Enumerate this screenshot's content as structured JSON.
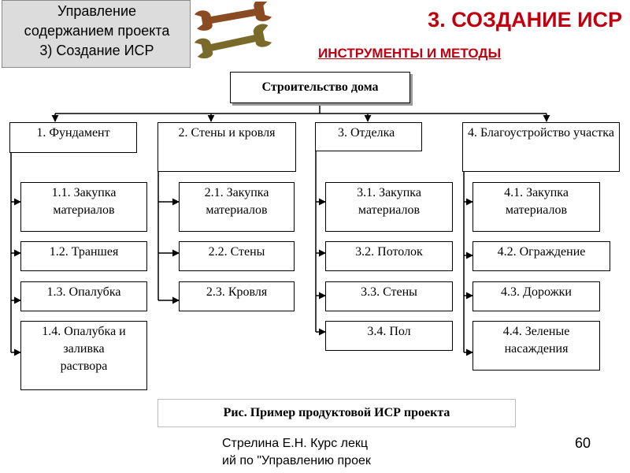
{
  "header": {
    "note_lines": [
      "Управление",
      "содержанием проекта",
      "3) Создание ИСР"
    ],
    "title": "3. СОЗДАНИЕ ИСР",
    "subtitle": "ИНСТРУМЕНТЫ И МЕТОДЫ",
    "title_color": "#c0000f",
    "illustration_icon": "wrenches-icon"
  },
  "wbs": {
    "root": "Строительство дома",
    "branches": [
      {
        "label": "1. Фундамент",
        "children": [
          "1.1. Закупка материалов",
          "1.2. Траншея",
          "1.3. Опалубка",
          "1.4. Опалубка и заливка раствора"
        ]
      },
      {
        "label": "2. Стены и кровля",
        "children": [
          "2.1. Закупка материалов",
          "2.2. Стены",
          "2.3. Кровля"
        ]
      },
      {
        "label": "3. Отделка",
        "children": [
          "3.1. Закупка материалов",
          "3.2. Потолок",
          "3.3. Стены",
          "3.4. Пол"
        ]
      },
      {
        "label": "4. Благоустройство участка",
        "children": [
          "4.1. Закупка материалов",
          "4.2. Ограждение",
          "4.3. Дорожки",
          "4.4. Зеленые насаждения"
        ]
      }
    ]
  },
  "caption": "Рис. Пример продуктовой ИСР проекта",
  "footer": {
    "lines": [
      "Стрелина Е.Н. Курс лекц",
      "ий по \"Управлению проек"
    ],
    "page": "60"
  }
}
